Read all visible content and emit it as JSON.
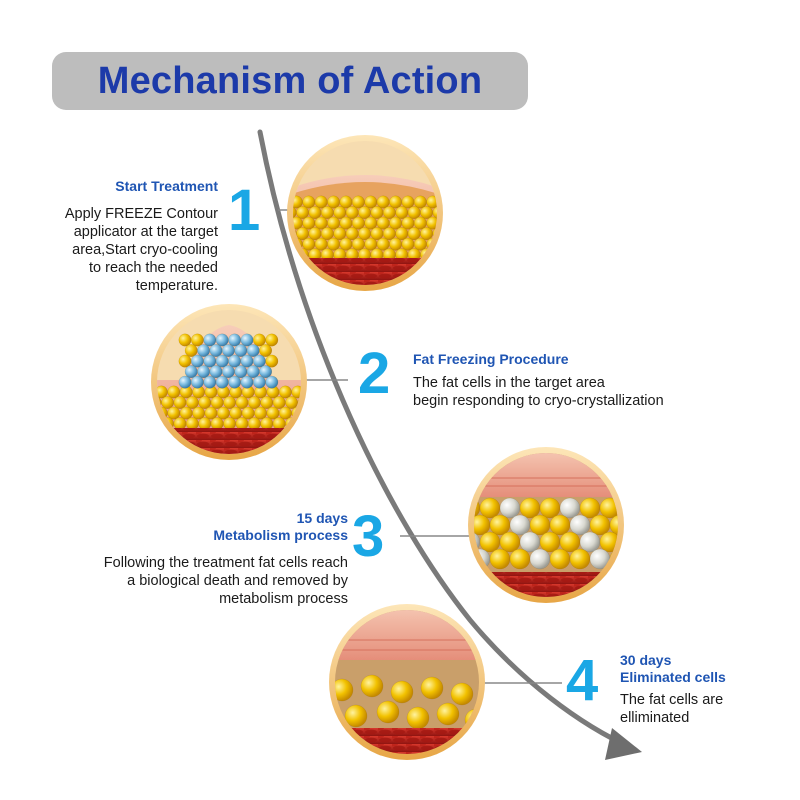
{
  "title": "Mechanism of Action",
  "colors": {
    "title_text": "#1c3aa9",
    "title_pill": "#bdbdbd",
    "step_number": "#1aa7e5",
    "step_heading": "#1f55b3",
    "fat_cell": "#f2c200",
    "frozen_cell": "#7bbbe0",
    "dead_cell": "#d8d8d0",
    "tissue": "#c0201a",
    "skin": "#f3b9a5"
  },
  "steps": [
    {
      "number": "1",
      "heading": [
        "Start Treatment"
      ],
      "body": [
        "Apply FREEZE Contour",
        "applicator at the target",
        "area,Start cryo-cooling",
        "to reach the needed",
        "temperature."
      ]
    },
    {
      "number": "2",
      "heading": [
        "Fat Freezing Procedure"
      ],
      "body": [
        "The fat cells in the target area",
        "begin responding to cryo-crystallization"
      ]
    },
    {
      "number": "3",
      "heading": [
        "15 days",
        "Metabolism process"
      ],
      "body": [
        "Following the treatment fat cells reach",
        "a biological death and removed by",
        "metabolism process"
      ]
    },
    {
      "number": "4",
      "heading": [
        "30 days",
        "Eliminated cells"
      ],
      "body": [
        "The fat cells are",
        "elliminated"
      ]
    }
  ]
}
